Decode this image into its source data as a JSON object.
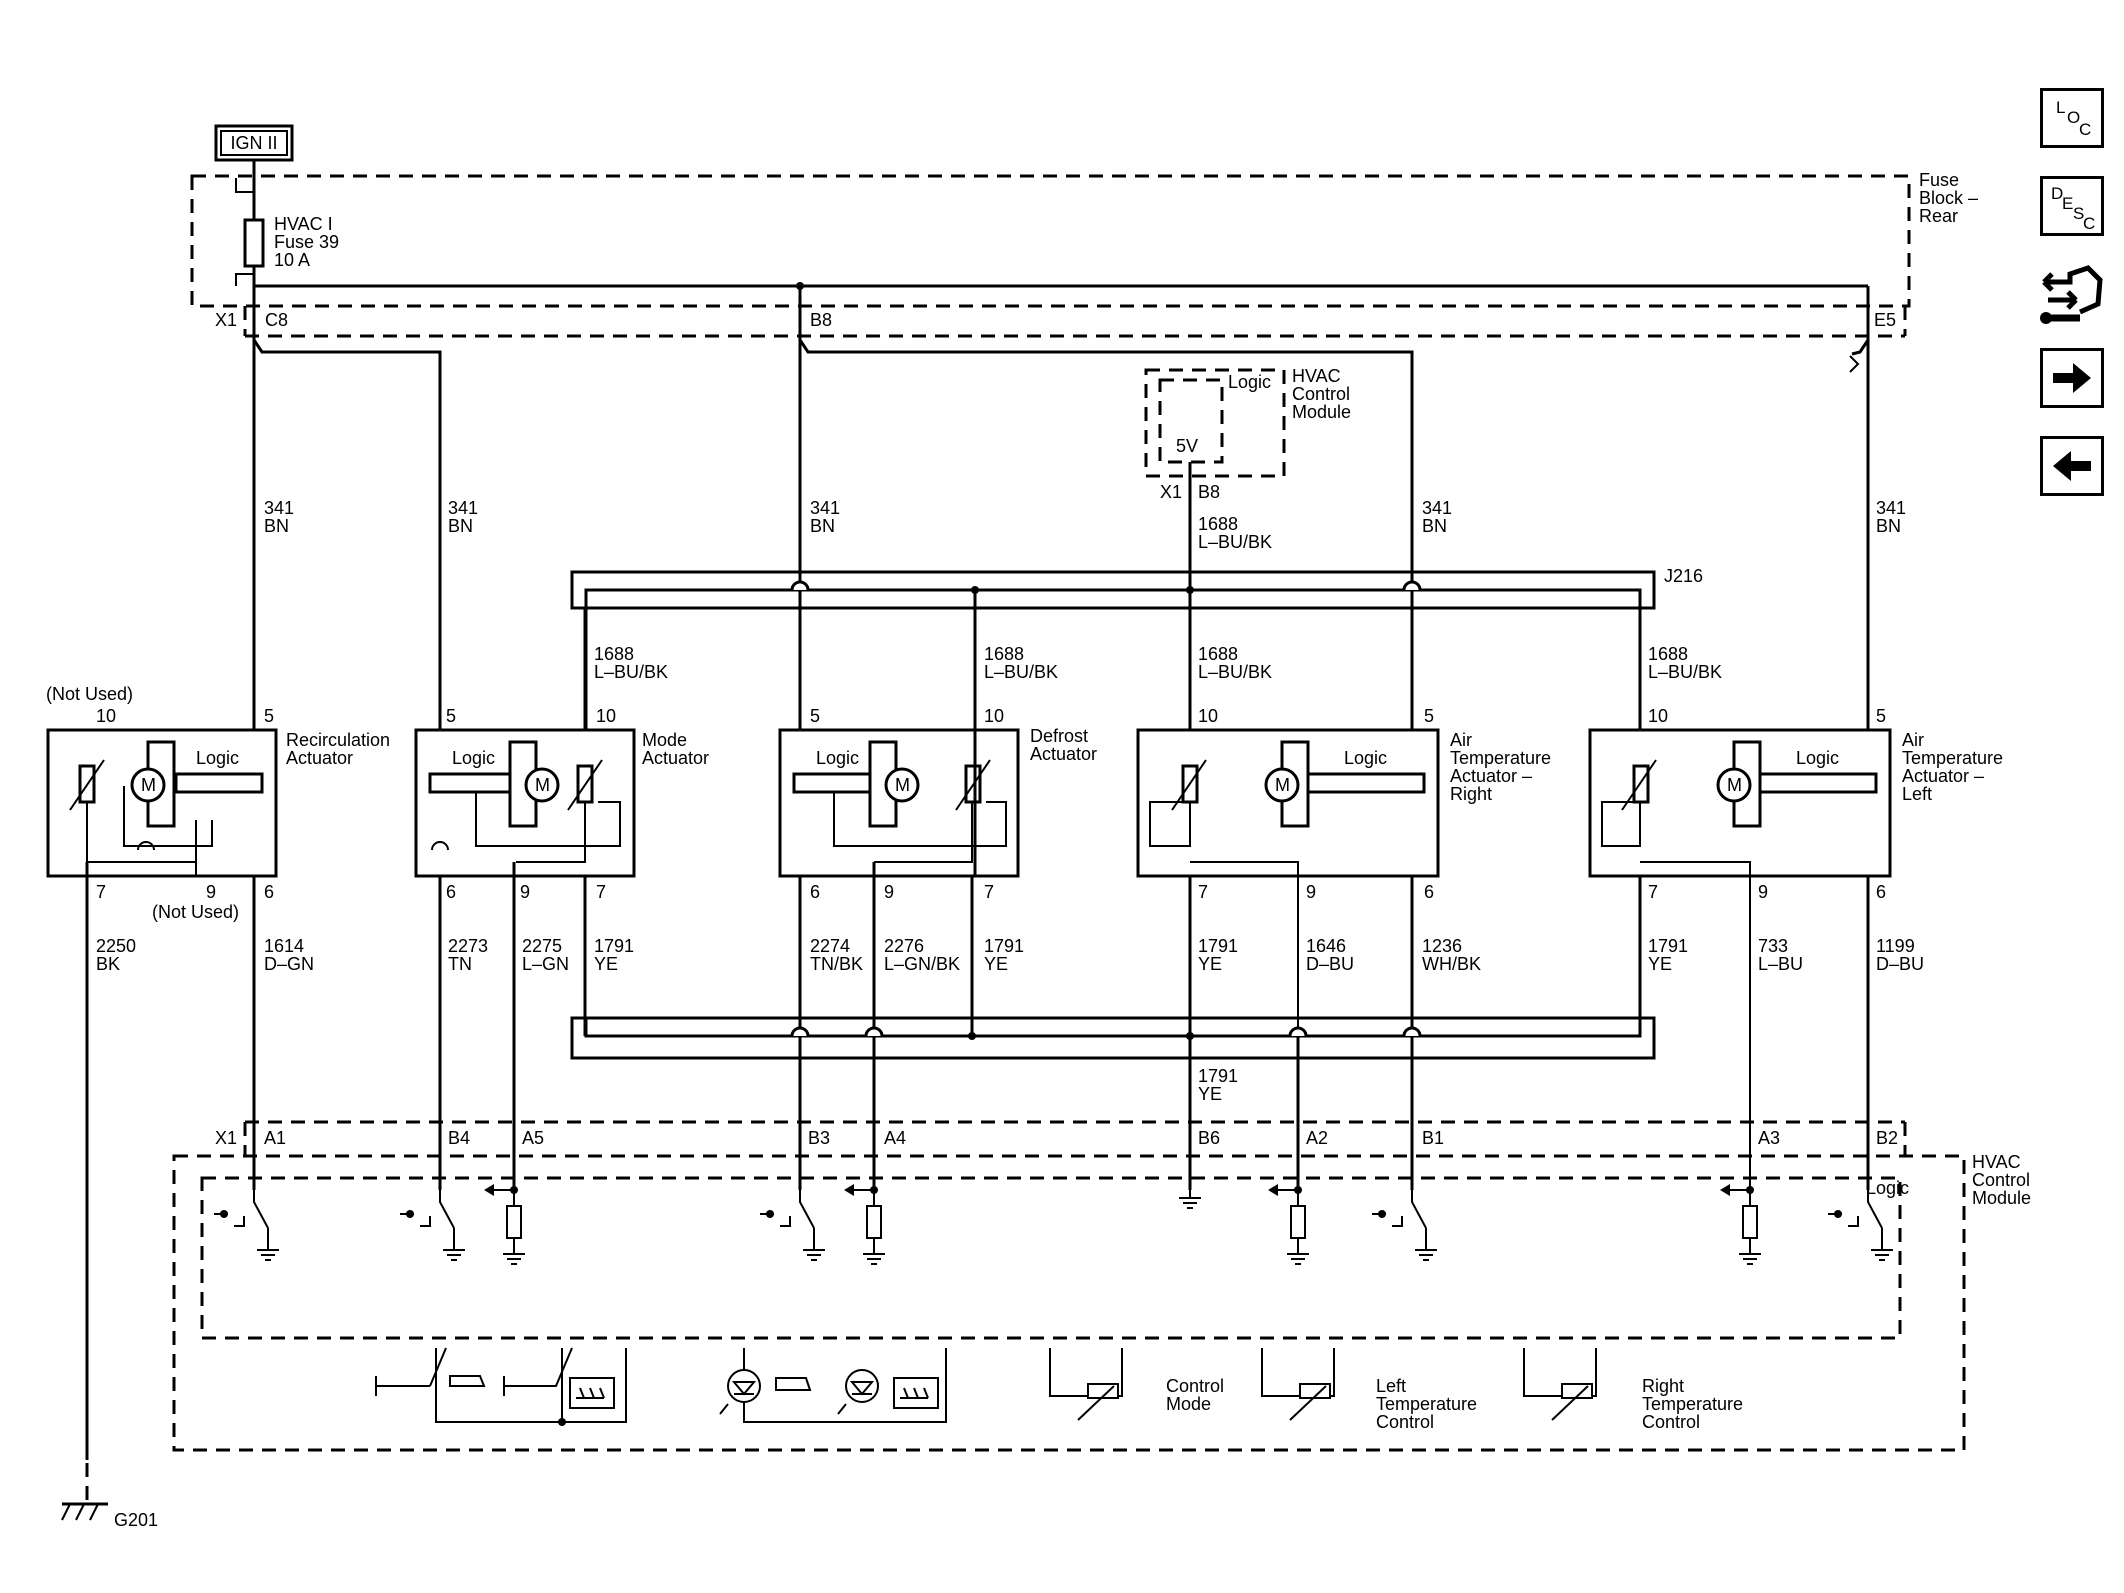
{
  "ign_label": "IGN II",
  "fuse_block": {
    "line1": "Fuse",
    "line2": "Block –",
    "line3": "Rear"
  },
  "fuse": {
    "line1": "HVAC I",
    "line2": "Fuse 39",
    "line3": "10 A"
  },
  "top_connectors": {
    "x1": "X1",
    "c8": "C8",
    "b8": "B8",
    "e5": "E5"
  },
  "hvac_top": {
    "logic": "Logic",
    "v5": "5V",
    "line1": "HVAC",
    "line2": "Control",
    "line3": "Module",
    "x1": "X1",
    "pin": "B8",
    "wire_num": "1688",
    "wire_color": "L–BU/BK"
  },
  "wire_341": {
    "num": "341",
    "color": "BN"
  },
  "splice_top": "J216",
  "wire_1688": {
    "num": "1688",
    "color": "L–BU/BK"
  },
  "recirc": {
    "name1": "Recirculation",
    "name2": "Actuator",
    "logic": "Logic",
    "motor": "M",
    "not_used_top": "(Not Used)",
    "not_used_bottom": "(Not Used)",
    "p10": "10",
    "p5": "5",
    "p7": "7",
    "p9": "9",
    "p6": "6"
  },
  "mode_act": {
    "name1": "Mode",
    "name2": "Actuator",
    "logic": "Logic",
    "motor": "M",
    "p5": "5",
    "p10": "10",
    "p6": "6",
    "p9": "9",
    "p7": "7"
  },
  "defrost_act": {
    "name1": "Defrost",
    "name2": "Actuator",
    "logic": "Logic",
    "motor": "M",
    "p5": "5",
    "p10": "10",
    "p6": "6",
    "p9": "9",
    "p7": "7"
  },
  "air_right": {
    "name1": "Air",
    "name2": "Temperature",
    "name3": "Actuator –",
    "name4": "Right",
    "logic": "Logic",
    "motor": "M",
    "p10": "10",
    "p5": "5",
    "p7": "7",
    "p9": "9",
    "p6": "6"
  },
  "air_left": {
    "name1": "Air",
    "name2": "Temperature",
    "name3": "Actuator –",
    "name4": "Left",
    "logic": "Logic",
    "motor": "M",
    "p10": "10",
    "p5": "5",
    "p7": "7",
    "p9": "9",
    "p6": "6"
  },
  "wires": {
    "w2250": {
      "num": "2250",
      "color": "BK"
    },
    "w1614": {
      "num": "1614",
      "color": "D–GN"
    },
    "w2273": {
      "num": "2273",
      "color": "TN"
    },
    "w2275": {
      "num": "2275",
      "color": "L–GN"
    },
    "w1791": {
      "num": "1791",
      "color": "YE"
    },
    "w2274": {
      "num": "2274",
      "color": "TN/BK"
    },
    "w2276": {
      "num": "2276",
      "color": "L–GN/BK"
    },
    "w1646": {
      "num": "1646",
      "color": "D–BU"
    },
    "w1236": {
      "num": "1236",
      "color": "WH/BK"
    },
    "w733": {
      "num": "733",
      "color": "L–BU"
    },
    "w1199": {
      "num": "1199",
      "color": "D–BU"
    }
  },
  "bottom_connectors": {
    "x1": "X1",
    "a1": "A1",
    "b4": "B4",
    "a5": "A5",
    "b3": "B3",
    "a4": "A4",
    "b6": "B6",
    "a2": "A2",
    "b1": "B1",
    "a3": "A3",
    "b2": "B2"
  },
  "hvac_bottom": {
    "logic": "Logic",
    "line1": "HVAC",
    "line2": "Control",
    "line3": "Module"
  },
  "controls": {
    "mode": {
      "line1": "Control",
      "line2": "Mode"
    },
    "left_temp": {
      "line1": "Left",
      "line2": "Temperature",
      "line3": "Control"
    },
    "right_temp": {
      "line1": "Right",
      "line2": "Temperature",
      "line3": "Control"
    }
  },
  "ground": "G201",
  "nav": {
    "loc": {
      "a": "L",
      "b": "O",
      "c": "C"
    },
    "desc": {
      "a": "D",
      "b": "E",
      "c": "S",
      "d": "C"
    },
    "icons": [
      "connector-tool-icon",
      "arrow-right-icon",
      "arrow-left-icon"
    ]
  }
}
